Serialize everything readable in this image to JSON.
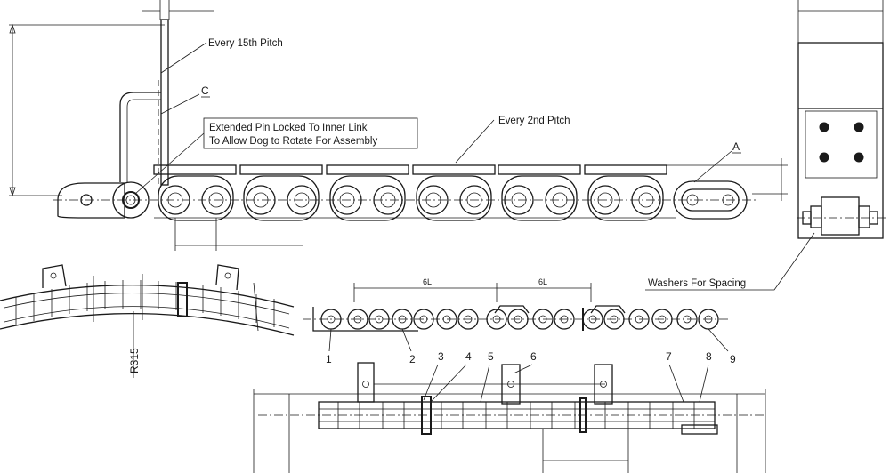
{
  "labels": {
    "every_15th_pitch": "Every 15th Pitch",
    "c": "C",
    "extended_pin_line1": "Extended Pin Locked To Inner Link",
    "extended_pin_line2": "To Allow Dog to Rotate For Assembly",
    "every_2nd_pitch": "Every 2nd Pitch",
    "a": "A",
    "washers": "Washers For Spacing",
    "radius": "R315",
    "six_l_left": "6L",
    "six_l_right": "6L"
  },
  "part_numbers": [
    "1",
    "2",
    "3",
    "4",
    "5",
    "6",
    "7",
    "8",
    "9"
  ]
}
